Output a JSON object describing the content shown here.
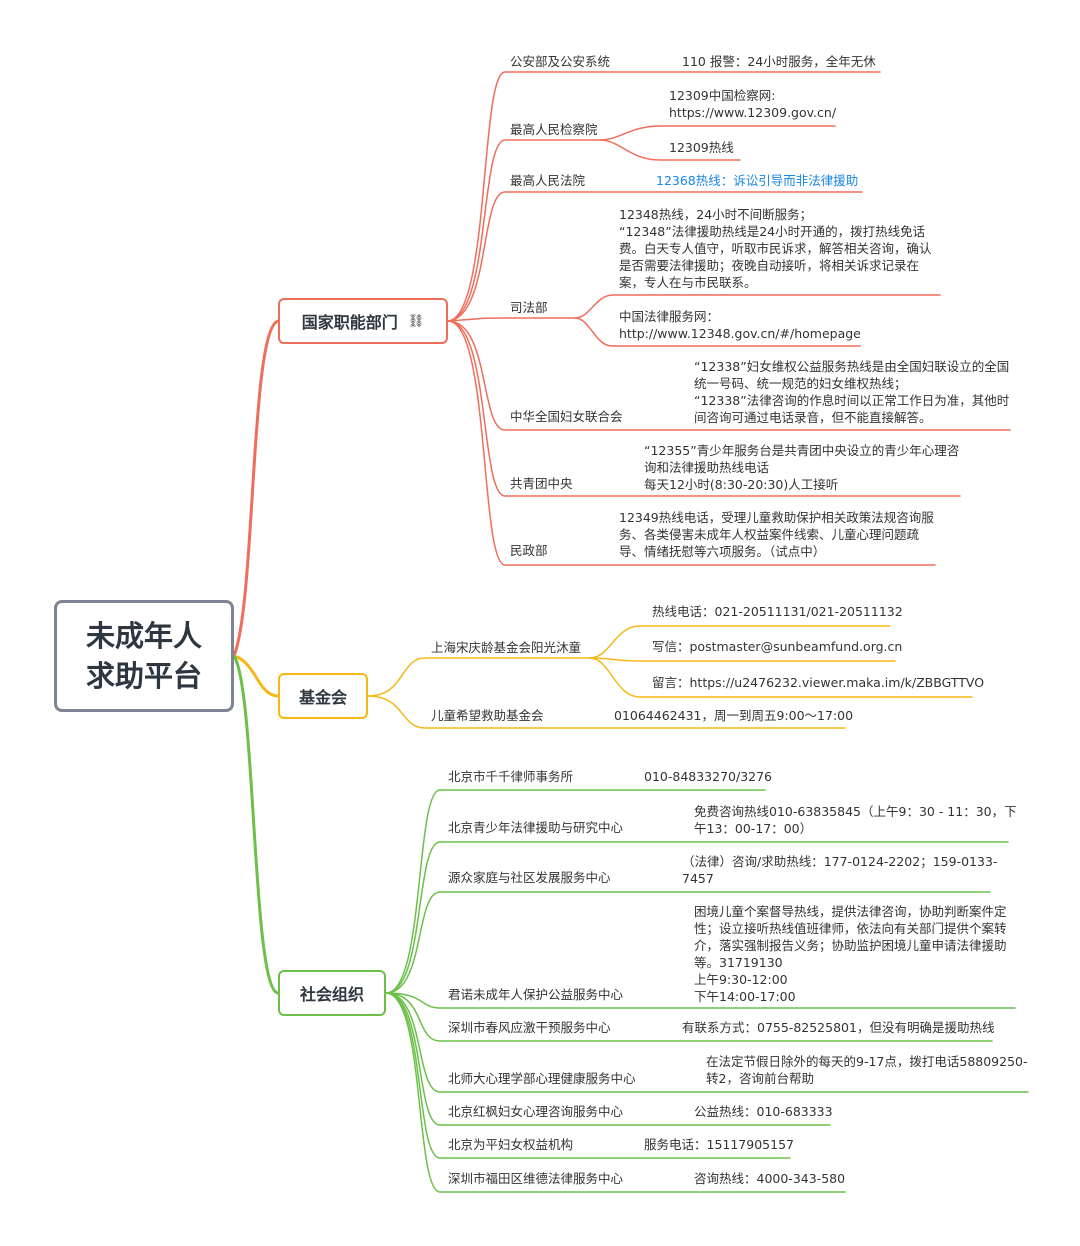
{
  "root": {
    "line1": "未成年人",
    "line2": "求助平台"
  },
  "gov": {
    "label": "国家职能部门",
    "icon": "link-icon",
    "color": "#ef6e5b",
    "items": [
      {
        "name": "公安部及公安系统",
        "lines": [
          "110 报警：24小时服务，全年无休"
        ]
      },
      {
        "name": "最高人民检察院",
        "lines": [
          "12309中国检察网:",
          "https://www.12309.gov.cn/"
        ],
        "lines2": [
          "12309热线"
        ]
      },
      {
        "name": "最高人民法院",
        "lines": [
          "12368热线：诉讼引导而非法律援助"
        ],
        "highlight": "#1a86e6"
      },
      {
        "name": "司法部",
        "lines": [
          "12348热线，24小时不间断服务；",
          "“12348”法律援助热线是24小时开通的，拨打热线免话",
          "费。白天专人值守，听取市民诉求，解答相关咨询，确认",
          "是否需要法律援助；夜晚自动接听，将相关诉求记录在",
          "案，专人在与市民联系。"
        ],
        "lines2": [
          "中国法律服务网：",
          "http://www.12348.gov.cn/#/homepage"
        ]
      },
      {
        "name": "中华全国妇女联合会",
        "lines": [
          "“12338”妇女维权公益服务热线是由全国妇联设立的全国",
          "统一号码、统一规范的妇女维权热线；",
          "“12338”法律咨询的作息时间以正常工作日为准，其他时",
          "间咨询可通过电话录音，但不能直接解答。"
        ]
      },
      {
        "name": "共青团中央",
        "lines": [
          "“12355”青少年服务台是共青团中央设立的青少年心理咨",
          "询和法律援助热线电话",
          "每天12小时(8:30-20:30)人工接听"
        ]
      },
      {
        "name": "民政部",
        "lines": [
          "12349热线电话，受理儿童救助保护相关政策法规咨询服",
          "务、各类侵害未成年人权益案件线索、儿童心理问题疏",
          "导、情绪抚慰等六项服务。（试点中）"
        ]
      }
    ]
  },
  "fund": {
    "label": "基金会",
    "color": "#f5b816",
    "items": [
      {
        "name": "上海宋庆龄基金会阳光沐童",
        "details": [
          "热线电话：021-20511131/021-20511132",
          "写信：postmaster@sunbeamfund.org.cn",
          "留言：https://u2476232.viewer.maka.im/k/ZBBGTTVO"
        ]
      },
      {
        "name": "儿童希望救助基金会",
        "details": [
          "01064462431，周一到周五9:00～17:00"
        ]
      }
    ]
  },
  "soc": {
    "label": "社会组织",
    "color": "#6cc04a",
    "items": [
      {
        "name": "北京市千千律师事务所",
        "lines": [
          "010-84833270/3276"
        ]
      },
      {
        "name": "北京青少年法律援助与研究中心",
        "lines": [
          "免费咨询热线010-63835845（上午9：30 - 11：30，下",
          "午13：00-17：00）"
        ]
      },
      {
        "name": "源众家庭与社区发展服务中心",
        "lines": [
          "（法律）咨询/求助热线：177-0124-2202；159-0133-",
          "7457"
        ]
      },
      {
        "name": "君诺未成年人保护公益服务中心",
        "lines": [
          "困境儿童个案督导热线，提供法律咨询，协助判断案件定",
          "性；设立接听热线值班律师，依法向有关部门提供个案转",
          "介，落实强制报告义务；协助监护困境儿童申请法律援助",
          "等。31719130",
          "上午9:30-12:00",
          "下午14:00-17:00"
        ]
      },
      {
        "name": "深圳市春风应激干预服务中心",
        "lines": [
          "有联系方式：0755-82525801，但没有明确是援助热线"
        ]
      },
      {
        "name": "北师大心理学部心理健康服务中心",
        "lines": [
          "在法定节假日除外的每天的9-17点，拨打电话58809250-",
          "转2，咨询前台帮助"
        ]
      },
      {
        "name": "北京红枫妇女心理咨询服务中心",
        "lines": [
          "公益热线：010-683333"
        ]
      },
      {
        "name": "北京为平妇女权益机构",
        "lines": [
          "服务电话：15117905157"
        ]
      },
      {
        "name": "深圳市福田区维德法律服务中心",
        "lines": [
          "咨询热线：4000-343-580"
        ]
      }
    ]
  }
}
